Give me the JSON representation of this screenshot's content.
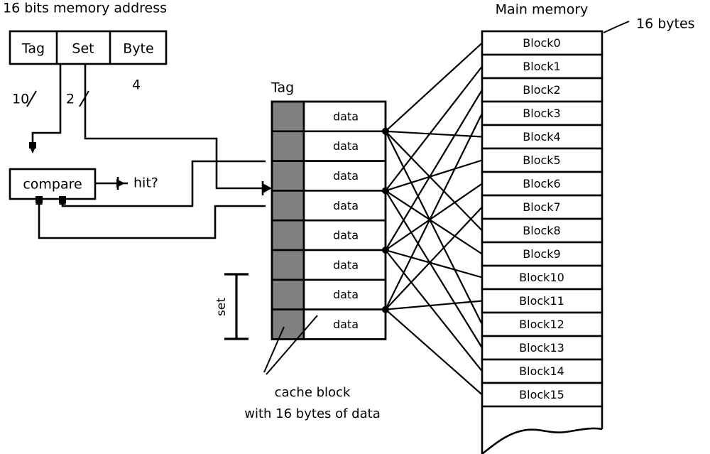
{
  "figure": {
    "title_address": "16 bits memory address",
    "title_memory": "Main memory",
    "title_cache_tag": "Tag",
    "label_block_size": "16 bytes",
    "label_set": "set",
    "caption_line1": "cache block",
    "caption_line2": "with 16 bytes of data",
    "compare_label": "compare",
    "hit_label": "hit?"
  },
  "address": {
    "fields": [
      {
        "name": "Tag",
        "bits": "10"
      },
      {
        "name": "Set",
        "bits": "2"
      },
      {
        "name": "Byte",
        "bits": "4"
      }
    ]
  },
  "cache": {
    "header": "Tag",
    "row_label": "data",
    "rows": [
      {
        "tag": "",
        "data": "data"
      },
      {
        "tag": "",
        "data": "data"
      },
      {
        "tag": "",
        "data": "data"
      },
      {
        "tag": "",
        "data": "data"
      },
      {
        "tag": "",
        "data": "data"
      },
      {
        "tag": "",
        "data": "data"
      },
      {
        "tag": "",
        "data": "data"
      },
      {
        "tag": "",
        "data": "data"
      }
    ],
    "num_sets": 4,
    "ways_per_set": 2,
    "tag_fill": "#808080"
  },
  "memory": {
    "title": "Main memory",
    "blocks": [
      "Block0",
      "Block1",
      "Block2",
      "Block3",
      "Block4",
      "Block5",
      "Block6",
      "Block7",
      "Block8",
      "Block9",
      "Block10",
      "Block11",
      "Block12",
      "Block13",
      "Block14",
      "Block15"
    ],
    "block_size_label": "16 bytes"
  },
  "colors": {
    "line": "#000000",
    "tag_gray": "#808080",
    "background": "#ffffff"
  }
}
